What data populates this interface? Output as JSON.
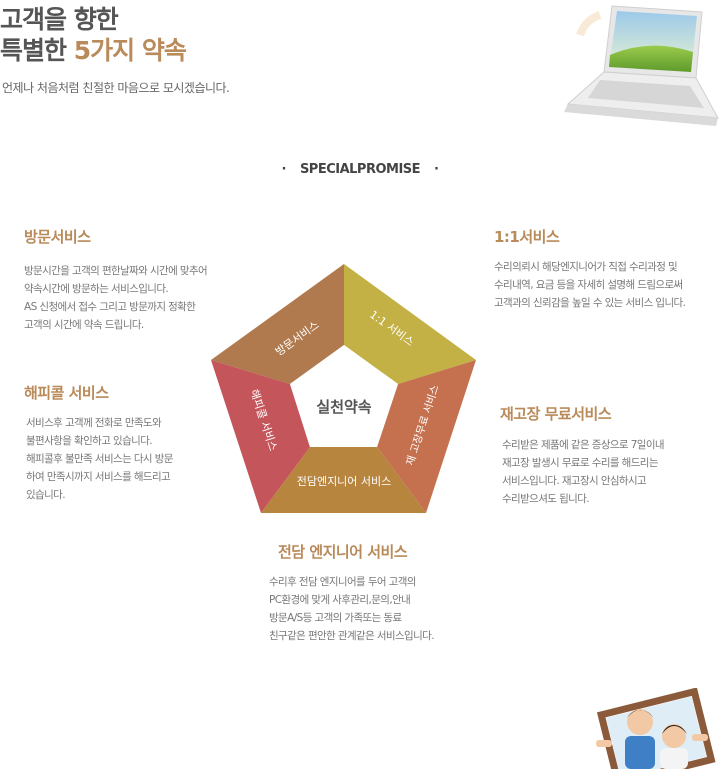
{
  "header": {
    "title_line1": "고객을 향한",
    "title_line2_prefix": "특별한 ",
    "title_line2_accent": "5가지 약속",
    "subtitle": "언제나 처음처럼 친절한 마음으로 모시겠습니다."
  },
  "special_label": "SPECIALPROMISE",
  "special_dot": "·",
  "center_label": "실천약속",
  "pentagon_labels": {
    "top_left": "방문서비스",
    "top_right": "1:1 서비스",
    "right": "재 고장무료 서비스",
    "bottom": "전담엔지니어 서비스",
    "left": "해피콜 서비스"
  },
  "sections": {
    "visit": {
      "title": "방문서비스",
      "text": "방문시간을 고객의 편한날짜와 시간에 맞추어\n약속시간에 방문하는 서비스입니다.\nAS 신청에서 접수 그리고 방문까지 정확한\n고객의 시간에 약속 드립니다."
    },
    "one_to_one": {
      "title": "1:1서비스",
      "text": "수리의뢰시 해당엔지니어가 직접 수리과정 및\n수리내역, 요금 등을 자세히 설명해 드림으로써\n고객과의 신뢰감을 높일 수 있는 서비스 입니다."
    },
    "happycall": {
      "title": "해피콜 서비스",
      "text": "서비스후 고객께 전화로 만족도와\n불편사항을 확인하고 있습니다.\n해피콜후 불만족 서비스는 다시 방문\n하여 만족시까지 서비스를 해드리고\n있습니다."
    },
    "free_repair": {
      "title": "재고장 무료서비스",
      "text": "수리받은 제품에 같은 증상으로 7일이내\n재고장 발생시 무료로 수리를 해드리는\n서비스입니다. 재고장시 안심하시고\n수리받으셔도 됩니다."
    },
    "engineer": {
      "title": "전담 엔지니어 서비스",
      "text": "수리후 전담 엔지니어를 두어 고객의\nPC환경에 맞게 사후관리,문의,안내\n방문A/S등 고객의 가족또는 동료\n친구같은 편안한 관계같은 서비스입니다."
    }
  },
  "colors": {
    "accent": "#b98a5a",
    "segment_visit": "#b07a4e",
    "segment_one": "#c4b145",
    "segment_repair": "#c5714f",
    "segment_engineer": "#b8853f",
    "segment_happycall": "#c4555a"
  }
}
